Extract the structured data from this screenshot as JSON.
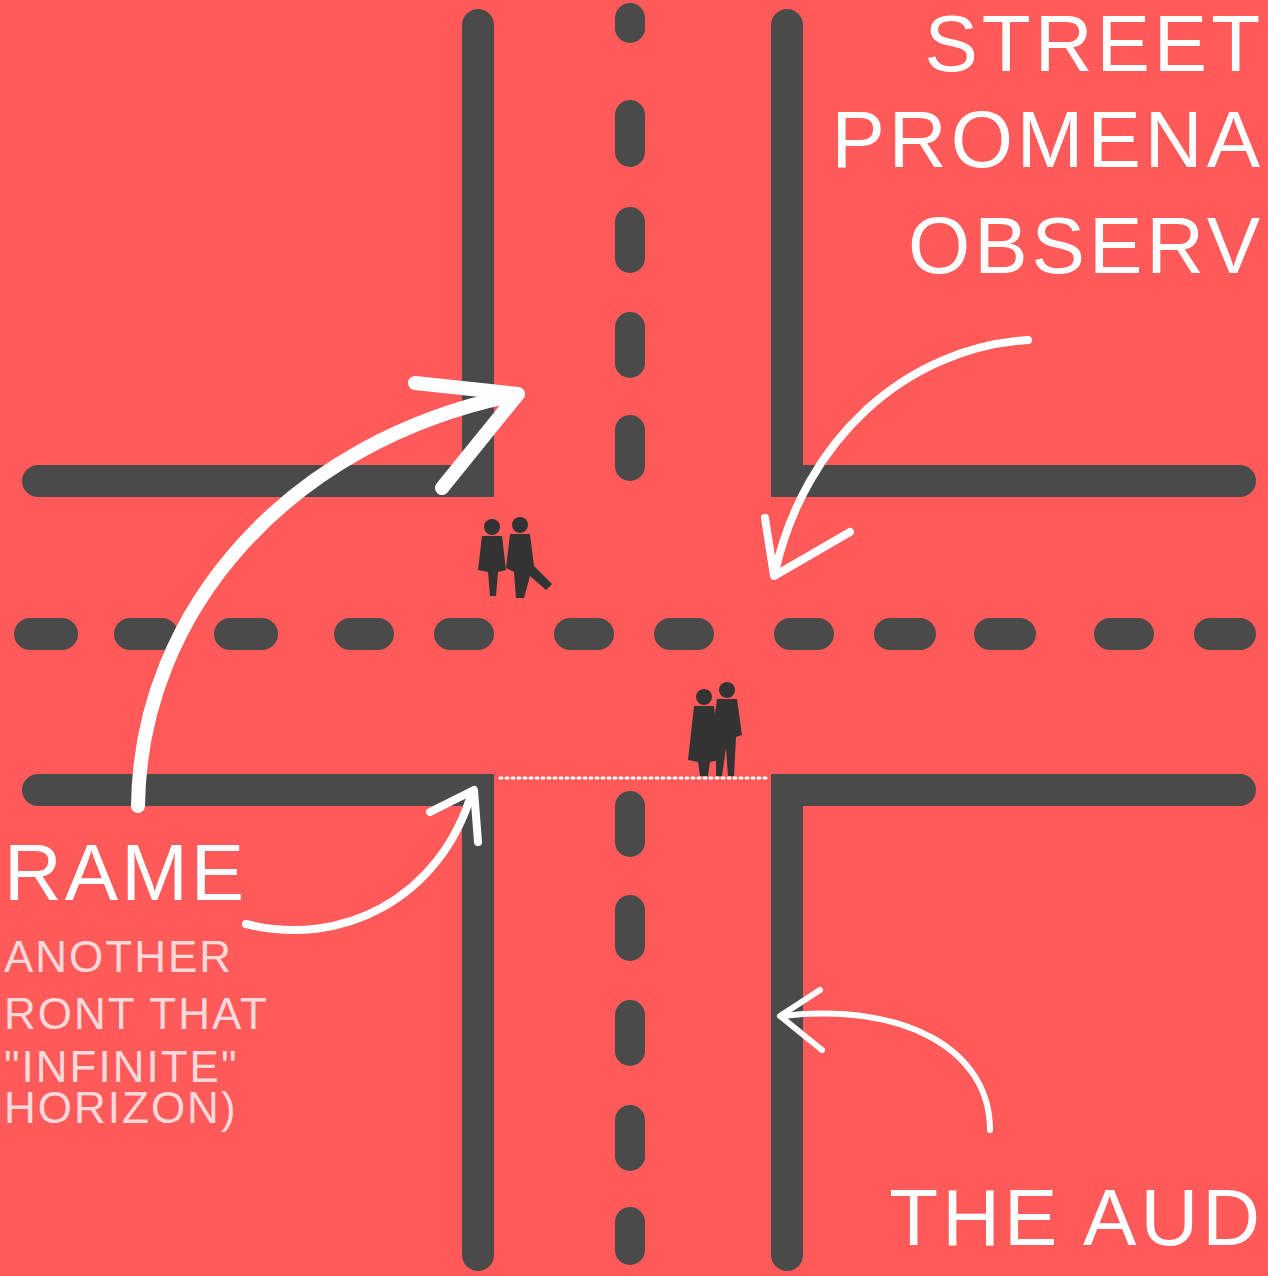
{
  "diagram": {
    "labels": [
      "STREET",
      "PROMENA",
      "OBSERV",
      "RAME",
      "ANOTHER",
      "RONT THAT",
      "\"INFINITE\"",
      "HORIZON)",
      "THE AUD"
    ]
  }
}
